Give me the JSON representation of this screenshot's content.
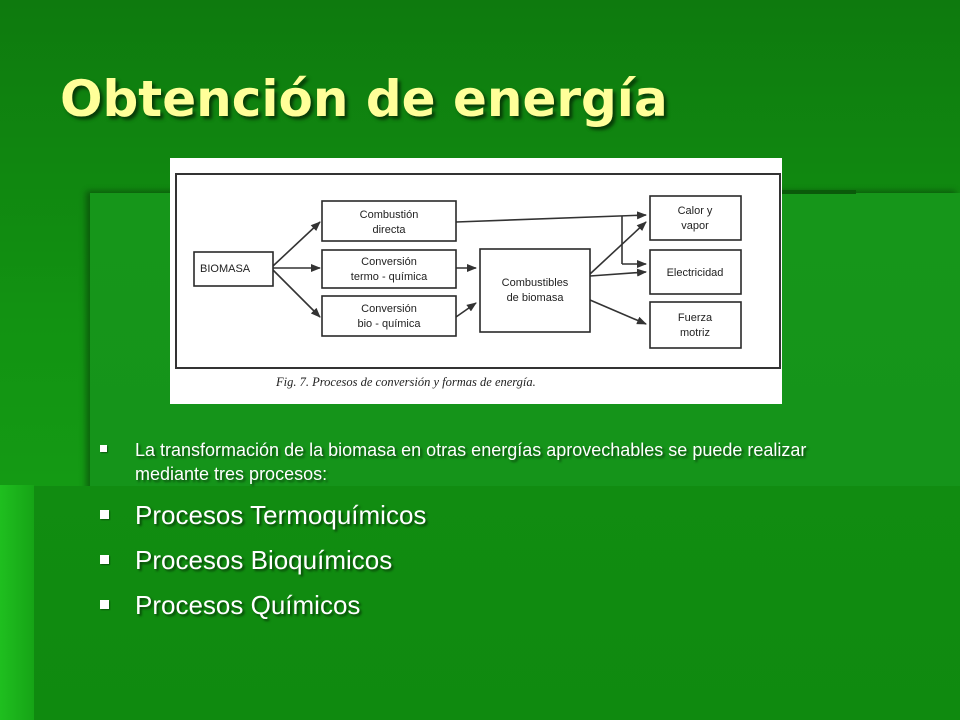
{
  "slide": {
    "title": "Obtención de energía",
    "intro_text": "La transformación de la biomasa en otras energías aprovechables se puede realizar mediante tres procesos:",
    "processes": [
      "Procesos Termoquímicos",
      "Procesos Bioquímicos",
      "Procesos Químicos"
    ]
  },
  "diagram": {
    "source": "BIOMASA",
    "conversions": [
      [
        "Combustión",
        "directa"
      ],
      [
        "Conversión",
        "termo - química"
      ],
      [
        "Conversión",
        "bio - química"
      ]
    ],
    "intermediate": [
      "Combustibles",
      "de biomasa"
    ],
    "outputs": [
      [
        "Calor y",
        "vapor"
      ],
      [
        "Electricidad"
      ],
      [
        "Fuerza",
        "motriz"
      ]
    ],
    "caption": "Fig. 7. Procesos de conversión y formas de energía."
  },
  "colors": {
    "background": "#129312",
    "title": "#ffff99",
    "text": "#ffffff"
  }
}
